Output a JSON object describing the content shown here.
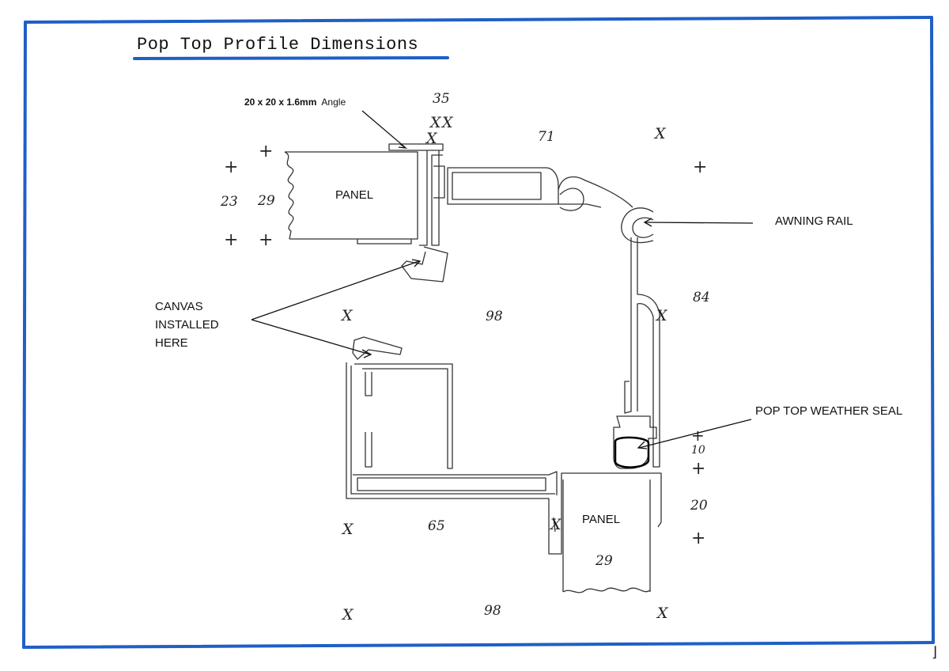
{
  "title": "Pop Top Profile Dimensions",
  "labels": {
    "angle_size": "20 x 20 x 1.6mm",
    "angle_word": "Angle",
    "panel_top": "PANEL",
    "panel_bottom": "PANEL",
    "awning_rail": "AWNING RAIL",
    "canvas_line1": "CANVAS",
    "canvas_line2": "INSTALLED",
    "canvas_line3": "HERE",
    "weather_seal": "POP TOP WEATHER SEAL"
  },
  "dimensions": {
    "d35": "35",
    "d71": "71",
    "d23": "23",
    "d29_left": "29",
    "d98_mid": "98",
    "d84": "84",
    "d10": "10",
    "d20": "20",
    "d65": "65",
    "d29_bottom": "29",
    "d98_bottom": "98"
  },
  "marks": {
    "x": "X",
    "plus": "+"
  },
  "colors": {
    "border": "#1f5fc6",
    "ink": "#222222"
  }
}
